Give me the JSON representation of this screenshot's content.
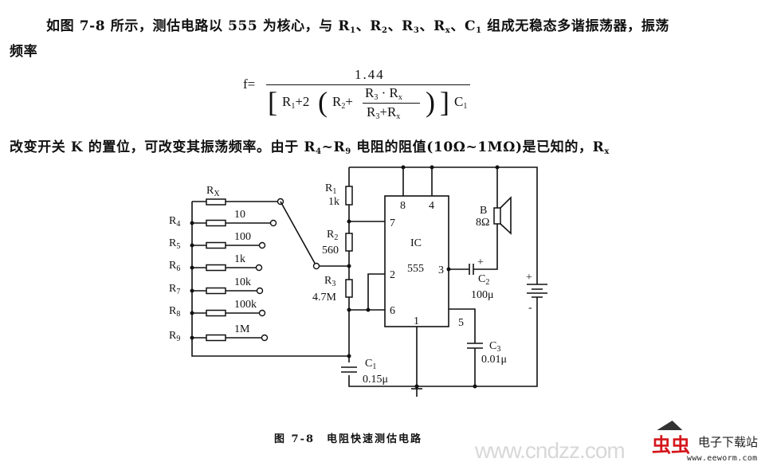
{
  "paragraph1": {
    "t0": "如图 7-8 所示，测估电路以 555 为核心，与 R",
    "s1": "1",
    "t1": "、R",
    "s2": "2",
    "t2": "、R",
    "s3": "3",
    "t3": "、R",
    "s4": "x",
    "t4": "、C",
    "s5": "1",
    "t5": " 组成无稳态多谐振荡器，振荡",
    "line2": "频率"
  },
  "formula": {
    "lhs": "f=",
    "numerator": "1.44",
    "r": "R",
    "one": "1",
    "plus2": "+2",
    "two": "2",
    "plus": "+",
    "three": "3",
    "x": "x",
    "dot": "·",
    "c": "C"
  },
  "paragraph2": {
    "t0": "改变开关 K 的置位，可改变其振荡频率。由于 R",
    "s1": "4",
    "t1": "~R",
    "s2": "9",
    "t2": " 电阻的阻值(10Ω~1MΩ)是已知的，R",
    "s3": "x"
  },
  "circuit": {
    "rx_label": "R",
    "rx_sub": "X",
    "r_labels": [
      {
        "name": "R",
        "sub": "4",
        "value": "10"
      },
      {
        "name": "R",
        "sub": "5",
        "value": "100"
      },
      {
        "name": "R",
        "sub": "6",
        "value": "1k"
      },
      {
        "name": "R",
        "sub": "7",
        "value": "10k"
      },
      {
        "name": "R",
        "sub": "8",
        "value": "100k"
      },
      {
        "name": "R",
        "sub": "9",
        "value": "1M"
      }
    ],
    "r1": {
      "name": "R",
      "sub": "1",
      "value": "1k"
    },
    "r2": {
      "name": "R",
      "sub": "2",
      "value": "560"
    },
    "r3": {
      "name": "R",
      "sub": "3",
      "value": "4.7M"
    },
    "c1": {
      "name": "C",
      "sub": "1",
      "value": "0.15μ"
    },
    "c2": {
      "name": "C",
      "sub": "2",
      "value": "100μ",
      "polarity": "+"
    },
    "c3": {
      "name": "C",
      "sub": "3",
      "value": "0.01μ"
    },
    "speaker": {
      "name": "B",
      "value": "8Ω"
    },
    "battery": {
      "plus": "+",
      "minus": "-"
    },
    "ic": {
      "label": "IC",
      "type": "555",
      "pins": {
        "p8": "8",
        "p4": "4",
        "p7": "7",
        "p2": "2",
        "p6": "6",
        "p3": "3",
        "p1": "1",
        "p5": "5"
      }
    }
  },
  "caption": "图 7-8　电阻快速测估电路",
  "watermark": {
    "site": "www.cndzz.com",
    "brand": "电子下载站",
    "url": "www.eeworm.com",
    "brand_color": "#d4161c"
  }
}
